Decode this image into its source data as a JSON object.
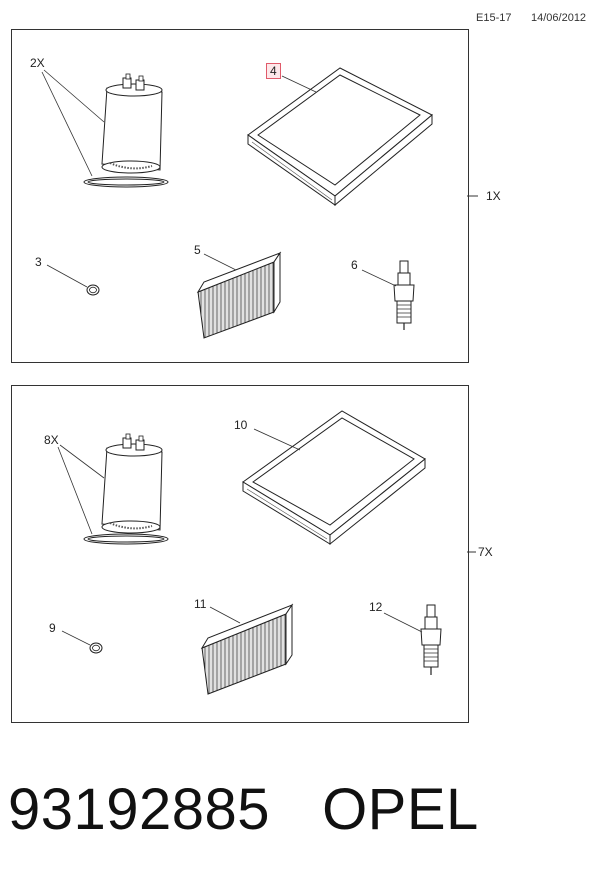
{
  "header": {
    "code": "E15-17",
    "date": "14/06/2012"
  },
  "group1": {
    "quantity": "1X",
    "callouts": {
      "fuel_filter": "2X",
      "air_filter": "4",
      "washer": "3",
      "cabin_filter": "5",
      "spark_plug": "6"
    }
  },
  "group2": {
    "quantity": "7X",
    "callouts": {
      "fuel_filter": "8X",
      "air_filter": "10",
      "washer": "9",
      "cabin_filter": "11",
      "spark_plug": "12"
    }
  },
  "footer": {
    "part_number": "93192885",
    "brand": "OPEL"
  }
}
